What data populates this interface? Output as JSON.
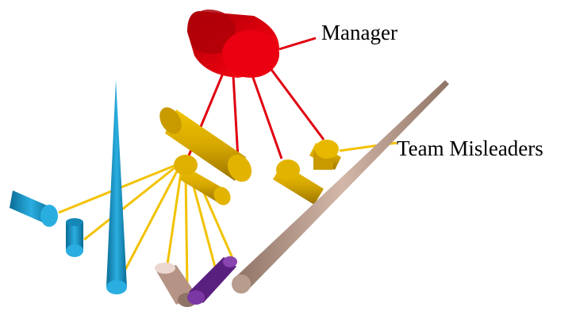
{
  "labels": {
    "manager": "Manager",
    "team_misleaders": "Team Misleaders"
  },
  "colors": {
    "manager_red": "#e0000c",
    "manager_dark": "#9a0008",
    "gold": "#d7a800",
    "gold_dark": "#9a7400",
    "gold_line": "#f2c200",
    "red_line": "#e00010",
    "blue": "#1f9fd0",
    "blue_dark": "#0a6c96",
    "purple": "#6a2a90",
    "purple_dark": "#3e1358",
    "taupe": "#c9ab9c",
    "taupe_dark": "#8f7466",
    "pink": "#ecd6d0"
  },
  "icons": {
    "manager": "red-cylinder",
    "leaders": "gold-cylinder",
    "members": "colored-cylinder"
  }
}
